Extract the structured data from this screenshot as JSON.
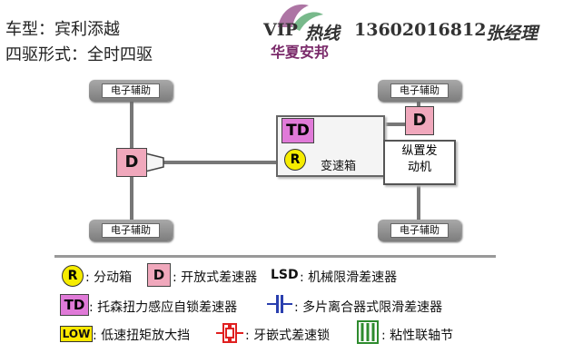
{
  "header": {
    "model_line": "车型：宾利添越",
    "awd_line": "四驱形式：全时四驱"
  },
  "watermark": {
    "vip": "VIP",
    "hotline": "热线",
    "phone": "13602016812",
    "name": "张经理",
    "company": "华夏安邦"
  },
  "diagram": {
    "wheels": [
      "电子辅助",
      "电子辅助",
      "电子辅助",
      "电子辅助"
    ],
    "front_diff": "D",
    "rear_diff": "D",
    "center_diff": "TD",
    "transfer": "R",
    "gearbox": "变速箱",
    "engine": "纵置发动机"
  },
  "legend": {
    "r_symbol": "R",
    "r_text": ": 分动箱",
    "d_symbol": "D",
    "d_text": ": 开放式差速器",
    "lsd_bold": "LSD",
    "lsd_text": ": 机械限滑差速器",
    "td_symbol": "TD",
    "td_text": ": 托森扭力感应自锁差速器",
    "multi_text": ": 多片离合器式限滑差速器",
    "low_symbol": "LOW",
    "low_text": ": 低速扭矩放大挡",
    "lock_text": ": 牙嵌式差速锁",
    "viscous_text": ": 粘性联轴节"
  },
  "colors": {
    "d_box": "#f0a8bc",
    "td_box": "#e07ad8",
    "r_circle": "#f6ec00",
    "low_box": "#ffe800",
    "lock_icon": "#e02020",
    "viscous_icon": "#2e8b2e",
    "multi_icon": "#2a3fae"
  }
}
